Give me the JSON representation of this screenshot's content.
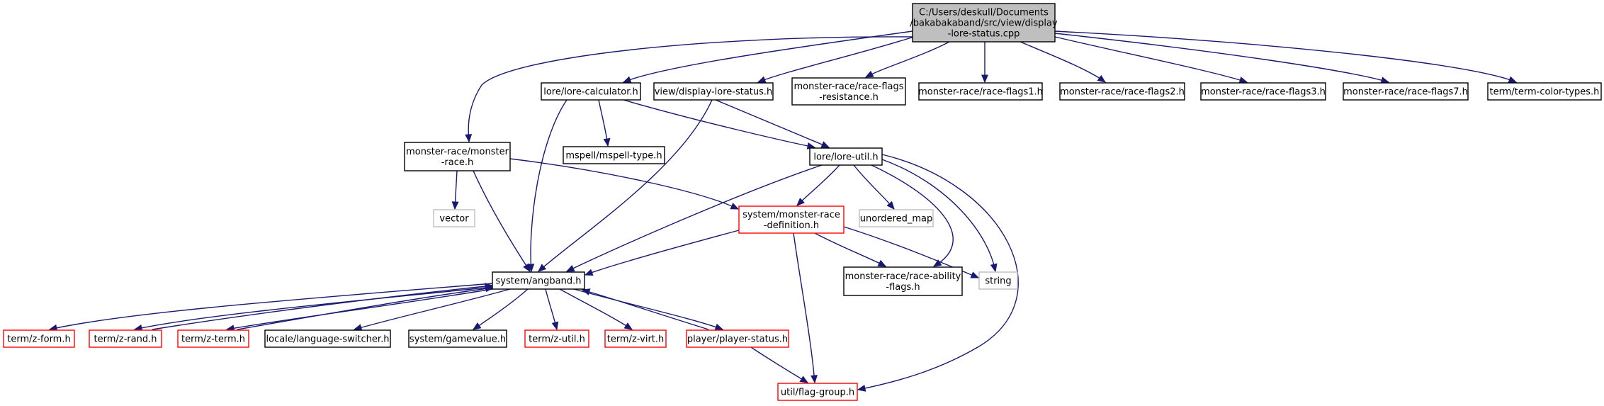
{
  "colors": {
    "edge": "#191970",
    "root_fill": "#bfbfbf",
    "root_border": "#000000",
    "normal_border": "#000000",
    "truncated_border": "#ff0000",
    "external_border": "#bfbfbf",
    "node_fill": "#ffffff"
  },
  "nodes": [
    {
      "id": "root",
      "kind": "root",
      "lines": [
        "C:/Users/deskull/Documents",
        "/bakabakaband/src/view/display",
        "-lore-status.cpp"
      ]
    },
    {
      "id": "lore_calculator",
      "kind": "normal",
      "lines": [
        "lore/lore-calculator.h"
      ]
    },
    {
      "id": "view_display_lore_status",
      "kind": "normal",
      "lines": [
        "view/display-lore-status.h"
      ]
    },
    {
      "id": "race_flags_resistance",
      "kind": "normal",
      "lines": [
        "monster-race/race-flags",
        "-resistance.h"
      ]
    },
    {
      "id": "race_flags1",
      "kind": "normal",
      "lines": [
        "monster-race/race-flags1.h"
      ]
    },
    {
      "id": "race_flags2",
      "kind": "normal",
      "lines": [
        "monster-race/race-flags2.h"
      ]
    },
    {
      "id": "race_flags3",
      "kind": "normal",
      "lines": [
        "monster-race/race-flags3.h"
      ]
    },
    {
      "id": "race_flags7",
      "kind": "normal",
      "lines": [
        "monster-race/race-flags7.h"
      ]
    },
    {
      "id": "term_color_types",
      "kind": "normal",
      "lines": [
        "term/term-color-types.h"
      ]
    },
    {
      "id": "monster_race",
      "kind": "normal",
      "lines": [
        "monster-race/monster",
        "-race.h"
      ]
    },
    {
      "id": "mspell_type",
      "kind": "normal",
      "lines": [
        "mspell/mspell-type.h"
      ]
    },
    {
      "id": "lore_util",
      "kind": "normal",
      "lines": [
        "lore/lore-util.h"
      ]
    },
    {
      "id": "vector",
      "kind": "external",
      "lines": [
        "vector"
      ]
    },
    {
      "id": "monster_race_definition",
      "kind": "truncated",
      "lines": [
        "system/monster-race",
        "-definition.h"
      ]
    },
    {
      "id": "unordered_map",
      "kind": "external",
      "lines": [
        "unordered_map"
      ]
    },
    {
      "id": "angband",
      "kind": "normal",
      "lines": [
        "system/angband.h"
      ]
    },
    {
      "id": "race_ability_flags",
      "kind": "normal",
      "lines": [
        "monster-race/race-ability",
        "-flags.h"
      ]
    },
    {
      "id": "string",
      "kind": "external",
      "lines": [
        "string"
      ]
    },
    {
      "id": "z_form",
      "kind": "truncated",
      "lines": [
        "term/z-form.h"
      ]
    },
    {
      "id": "z_rand",
      "kind": "truncated",
      "lines": [
        "term/z-rand.h"
      ]
    },
    {
      "id": "z_term",
      "kind": "truncated",
      "lines": [
        "term/z-term.h"
      ]
    },
    {
      "id": "language_switcher",
      "kind": "normal",
      "lines": [
        "locale/language-switcher.h"
      ]
    },
    {
      "id": "gamevalue",
      "kind": "normal",
      "lines": [
        "system/gamevalue.h"
      ]
    },
    {
      "id": "z_util",
      "kind": "truncated",
      "lines": [
        "term/z-util.h"
      ]
    },
    {
      "id": "z_virt",
      "kind": "truncated",
      "lines": [
        "term/z-virt.h"
      ]
    },
    {
      "id": "player_status",
      "kind": "truncated",
      "lines": [
        "player/player-status.h"
      ]
    },
    {
      "id": "flag_group",
      "kind": "truncated",
      "lines": [
        "util/flag-group.h"
      ]
    }
  ],
  "edges": [
    {
      "from": "root",
      "to": "lore_calculator"
    },
    {
      "from": "root",
      "to": "view_display_lore_status"
    },
    {
      "from": "root",
      "to": "race_flags_resistance"
    },
    {
      "from": "root",
      "to": "race_flags1"
    },
    {
      "from": "root",
      "to": "race_flags2"
    },
    {
      "from": "root",
      "to": "race_flags3"
    },
    {
      "from": "root",
      "to": "race_flags7"
    },
    {
      "from": "root",
      "to": "term_color_types"
    },
    {
      "from": "root",
      "to": "monster_race"
    },
    {
      "from": "lore_calculator",
      "to": "mspell_type"
    },
    {
      "from": "lore_calculator",
      "to": "lore_util"
    },
    {
      "from": "lore_calculator",
      "to": "angband"
    },
    {
      "from": "view_display_lore_status",
      "to": "lore_util"
    },
    {
      "from": "view_display_lore_status",
      "to": "angband"
    },
    {
      "from": "monster_race",
      "to": "vector"
    },
    {
      "from": "monster_race",
      "to": "angband"
    },
    {
      "from": "monster_race",
      "to": "monster_race_definition"
    },
    {
      "from": "lore_util",
      "to": "monster_race_definition"
    },
    {
      "from": "lore_util",
      "to": "unordered_map"
    },
    {
      "from": "lore_util",
      "to": "angband"
    },
    {
      "from": "lore_util",
      "to": "race_ability_flags"
    },
    {
      "from": "lore_util",
      "to": "string"
    },
    {
      "from": "lore_util",
      "to": "flag_group"
    },
    {
      "from": "monster_race_definition",
      "to": "angband"
    },
    {
      "from": "monster_race_definition",
      "to": "race_ability_flags"
    },
    {
      "from": "monster_race_definition",
      "to": "string"
    },
    {
      "from": "monster_race_definition",
      "to": "flag_group"
    },
    {
      "from": "angband",
      "to": "z_form"
    },
    {
      "from": "angband",
      "to": "z_rand"
    },
    {
      "from": "angband",
      "to": "z_term"
    },
    {
      "from": "angband",
      "to": "language_switcher"
    },
    {
      "from": "angband",
      "to": "gamevalue"
    },
    {
      "from": "angband",
      "to": "z_util"
    },
    {
      "from": "angband",
      "to": "z_virt"
    },
    {
      "from": "angband",
      "to": "player_status"
    },
    {
      "from": "z_rand",
      "to": "angband"
    },
    {
      "from": "z_term",
      "to": "angband"
    },
    {
      "from": "player_status",
      "to": "angband"
    },
    {
      "from": "player_status",
      "to": "flag_group"
    }
  ]
}
